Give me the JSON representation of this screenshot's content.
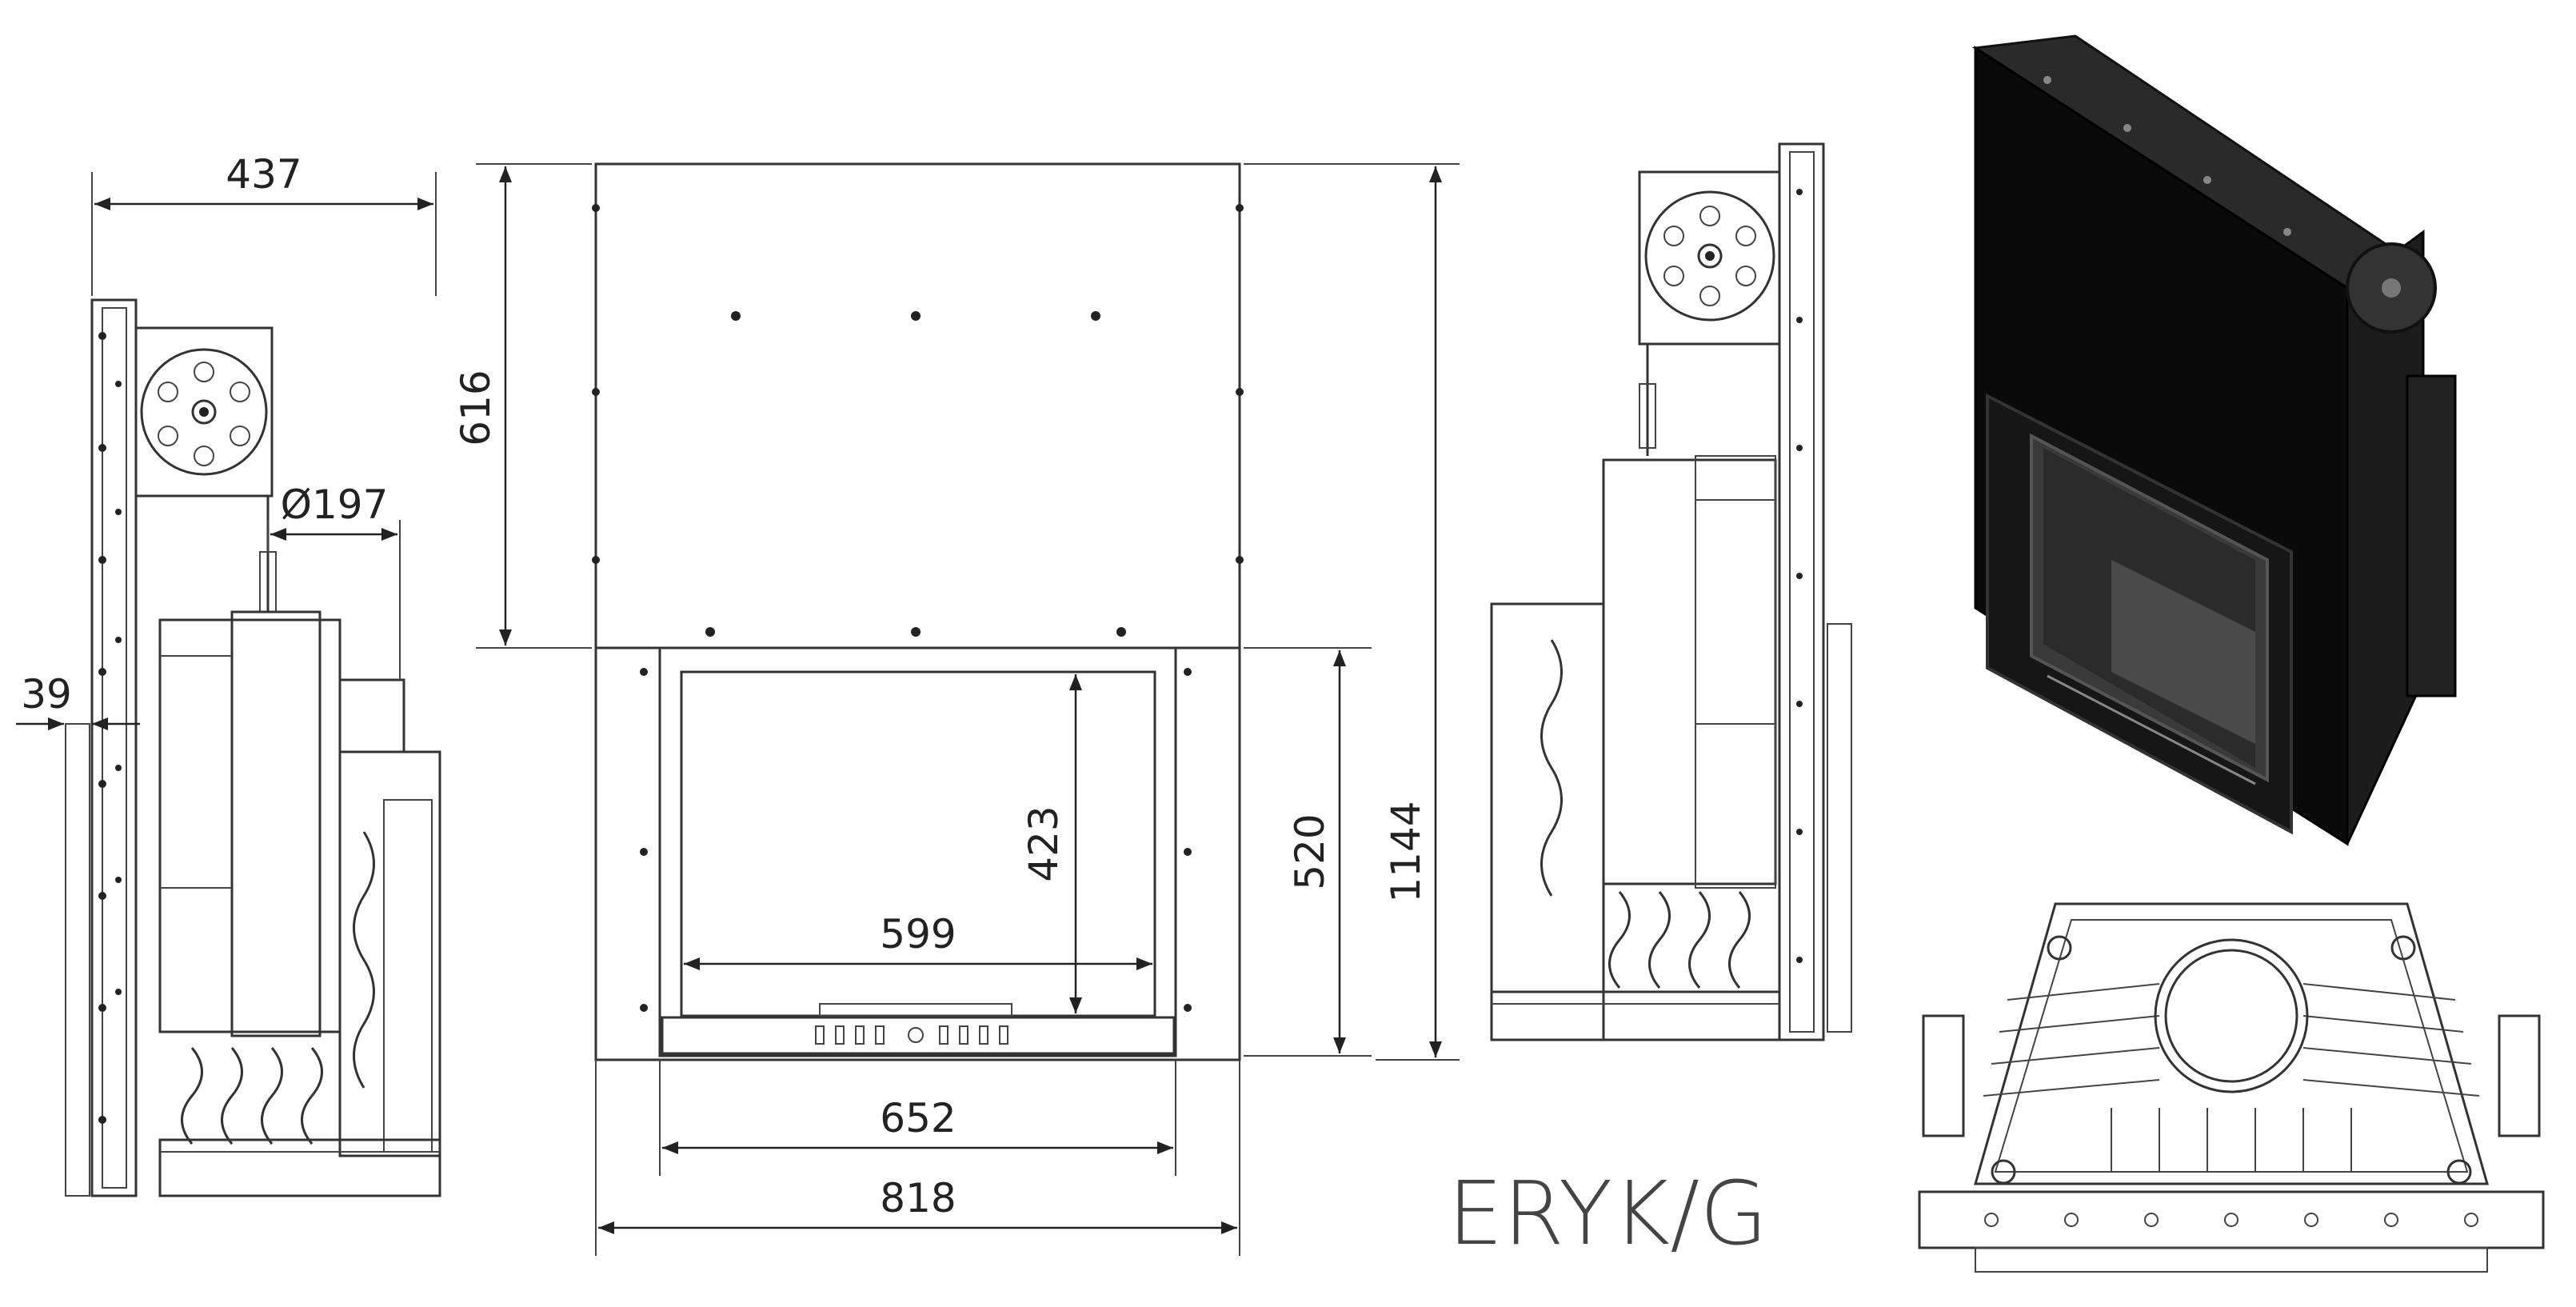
{
  "drawing": {
    "title": "ERYK/G",
    "side_view": {
      "overall_width": "437",
      "flue_diameter": "Ø197",
      "offset": "39"
    },
    "front_view": {
      "upper_height": "616",
      "glass_height": "423",
      "glass_width": "599",
      "opening_height": "520",
      "total_height": "1144",
      "door_width": "652",
      "overall_width": "818"
    }
  }
}
